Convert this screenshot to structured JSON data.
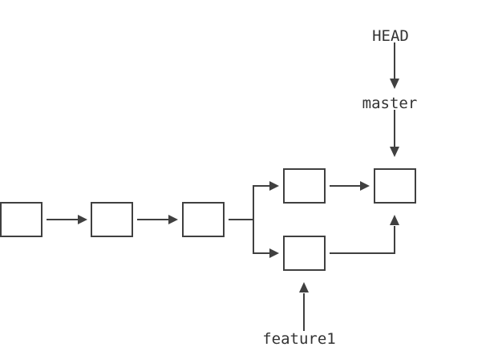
{
  "diagram": {
    "commits": [
      "c1",
      "c2",
      "c3",
      "c4",
      "c5",
      "c6"
    ],
    "edges": [
      {
        "from": "c1",
        "to": "c2"
      },
      {
        "from": "c2",
        "to": "c3"
      },
      {
        "from": "c3",
        "to": "c4"
      },
      {
        "from": "c3",
        "to": "c5"
      },
      {
        "from": "c4",
        "to": "c6"
      },
      {
        "from": "c5",
        "to": "c6"
      }
    ],
    "refs": {
      "head": "HEAD",
      "master": "master",
      "feature1": "feature1"
    },
    "colors": {
      "stroke": "#404040",
      "text": "#333333",
      "background": "#ffffff"
    }
  }
}
